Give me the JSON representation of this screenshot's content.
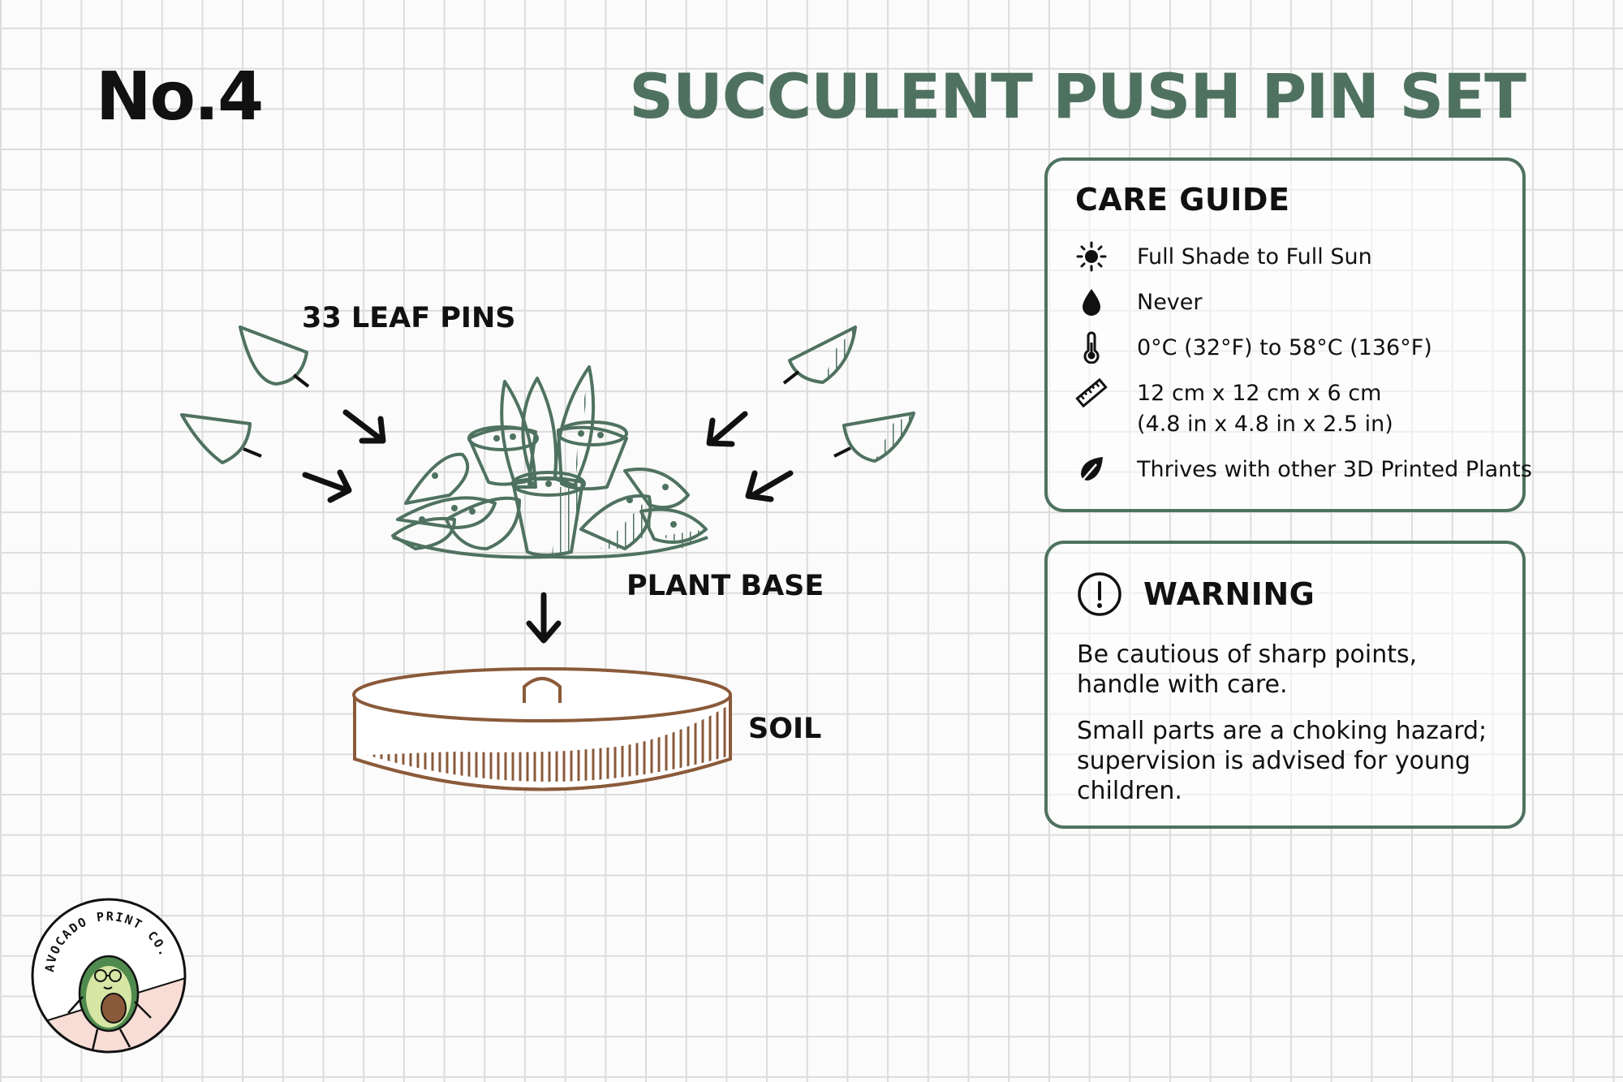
{
  "header": {
    "number": "No.4",
    "title": "SUCCULENT PUSH PIN SET"
  },
  "diagram": {
    "leaf_pins_label": "33 LEAF PINS",
    "plant_base_label": "PLANT BASE",
    "soil_label": "SOIL"
  },
  "care_guide": {
    "heading": "CARE GUIDE",
    "items": [
      {
        "icon": "sun-icon",
        "text": "Full Shade to Full Sun"
      },
      {
        "icon": "water-drop-icon",
        "text": "Never"
      },
      {
        "icon": "thermometer-icon",
        "text": "0°C (32°F) to 58°C (136°F)"
      },
      {
        "icon": "ruler-icon",
        "text": "12 cm x 12 cm x 6 cm",
        "text2": "(4.8 in x 4.8 in x 2.5 in)"
      },
      {
        "icon": "leaf-icon",
        "text": "Thrives with other 3D Printed Plants"
      }
    ]
  },
  "warning": {
    "heading": "WARNING",
    "paragraph1": "Be cautious of sharp points, handle with care.",
    "paragraph2": "Small parts are a choking hazard; supervision is advised for young children."
  },
  "logo": {
    "text": "AVOCADO PRINT CO."
  },
  "colors": {
    "accent_green": "#4f7260",
    "soil_brown": "#8a5a3a",
    "ink": "#111111"
  }
}
